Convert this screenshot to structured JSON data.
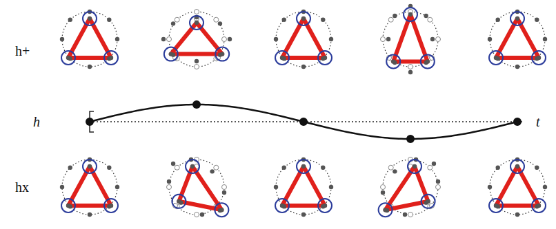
{
  "diagram": {
    "labels": [
      "h+",
      "h",
      "t",
      "hx"
    ]
  }
}
